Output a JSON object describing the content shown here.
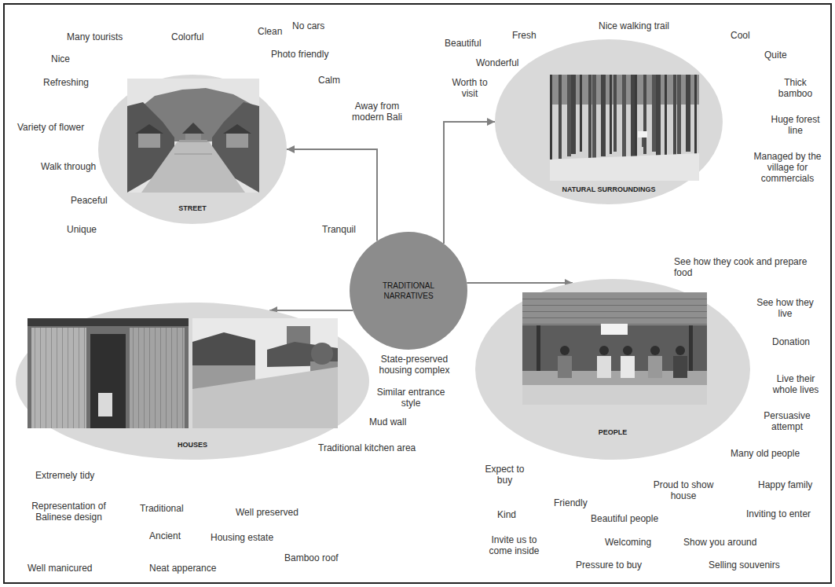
{
  "diagram": {
    "nodes": [
      {
        "text": [
          "STREET"
        ]
      },
      {
        "text": [
          "NATURAL SURROUNDINGS"
        ]
      },
      {
        "text": [
          "TRADITIONAL NARRATIVES"
        ]
      },
      {
        "text": [
          "HOUSES"
        ]
      },
      {
        "text": [
          "PEOPLE"
        ]
      }
    ],
    "edges": [
      {
        "from": 2,
        "to": 0,
        "arrow": "to"
      },
      {
        "from": 2,
        "to": 1,
        "arrow": "to"
      },
      {
        "from": 2,
        "to": 3,
        "arrow": "to"
      },
      {
        "from": 2,
        "to": 4,
        "arrow": "to"
      }
    ],
    "labels": [
      "Many tourists",
      "Colorful",
      "Clean",
      "No cars",
      "Nice",
      "Photo friendly",
      "Refreshing",
      "Calm",
      "Away from modern Bali",
      "Variety of flower",
      "Walk through",
      "Peaceful",
      "Unique",
      "Tranquil",
      "Beautiful",
      "Fresh",
      "Nice walking trail",
      "Cool",
      "Wonderful",
      "Quite",
      "Worth to visit",
      "Thick bamboo",
      "Huge forest line",
      "Managed by the village for commercials",
      "State-preserved housing complex",
      "Extremely tidy",
      "Similar entrance style",
      "Representation of Balinese design",
      "Traditional",
      "Well preserved",
      "Mud wall",
      "Ancient",
      "Housing estate",
      "Traditional kitchen area",
      "Well manicured",
      "Neat apperance",
      "Bamboo roof",
      "See how they cook and prepare food",
      "See how they live",
      "Donation",
      "Live their whole lives",
      "Persuasive attempt",
      "Many old people",
      "Happy family",
      "Expect to buy",
      "Proud to show house",
      "Friendly",
      "Kind",
      "Beautiful people",
      "Inviting to enter",
      "Invite us to come inside",
      "Welcoming",
      "Show you around",
      "Pressure to buy",
      "Selling souvenirs"
    ]
  }
}
